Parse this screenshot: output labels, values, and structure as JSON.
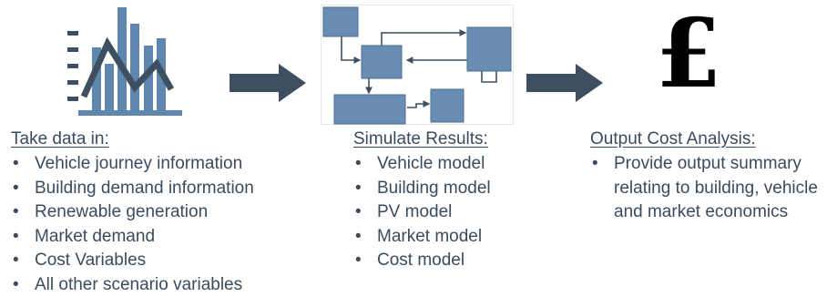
{
  "steps": [
    {
      "title": "Take data in:",
      "items": [
        "Vehicle journey information",
        "Building demand information",
        "Renewable generation",
        "Market demand",
        "Cost Variables",
        "All other scenario variables"
      ]
    },
    {
      "title": "Simulate Results:",
      "items": [
        "Vehicle model",
        "Building model",
        "PV model",
        "Market model",
        "Cost model"
      ]
    },
    {
      "title": "Output Cost Analysis:",
      "items": [
        "Provide output summary relating to building, vehicle and market economics"
      ]
    }
  ],
  "icons": {
    "data_icon": "bar-line-chart-icon",
    "flow_icon": "flowchart-diagram-icon",
    "currency_symbol": "£",
    "arrow_icon": "right-arrow-icon"
  },
  "colors": {
    "text": "#3b4b5e",
    "arrow": "#3e4f62",
    "chart_bar": "#5f87ad",
    "chart_line": "#3e4f62",
    "flow_box": "#6a8eb3",
    "flow_border": "#4a6d92",
    "pound": "#000000"
  }
}
